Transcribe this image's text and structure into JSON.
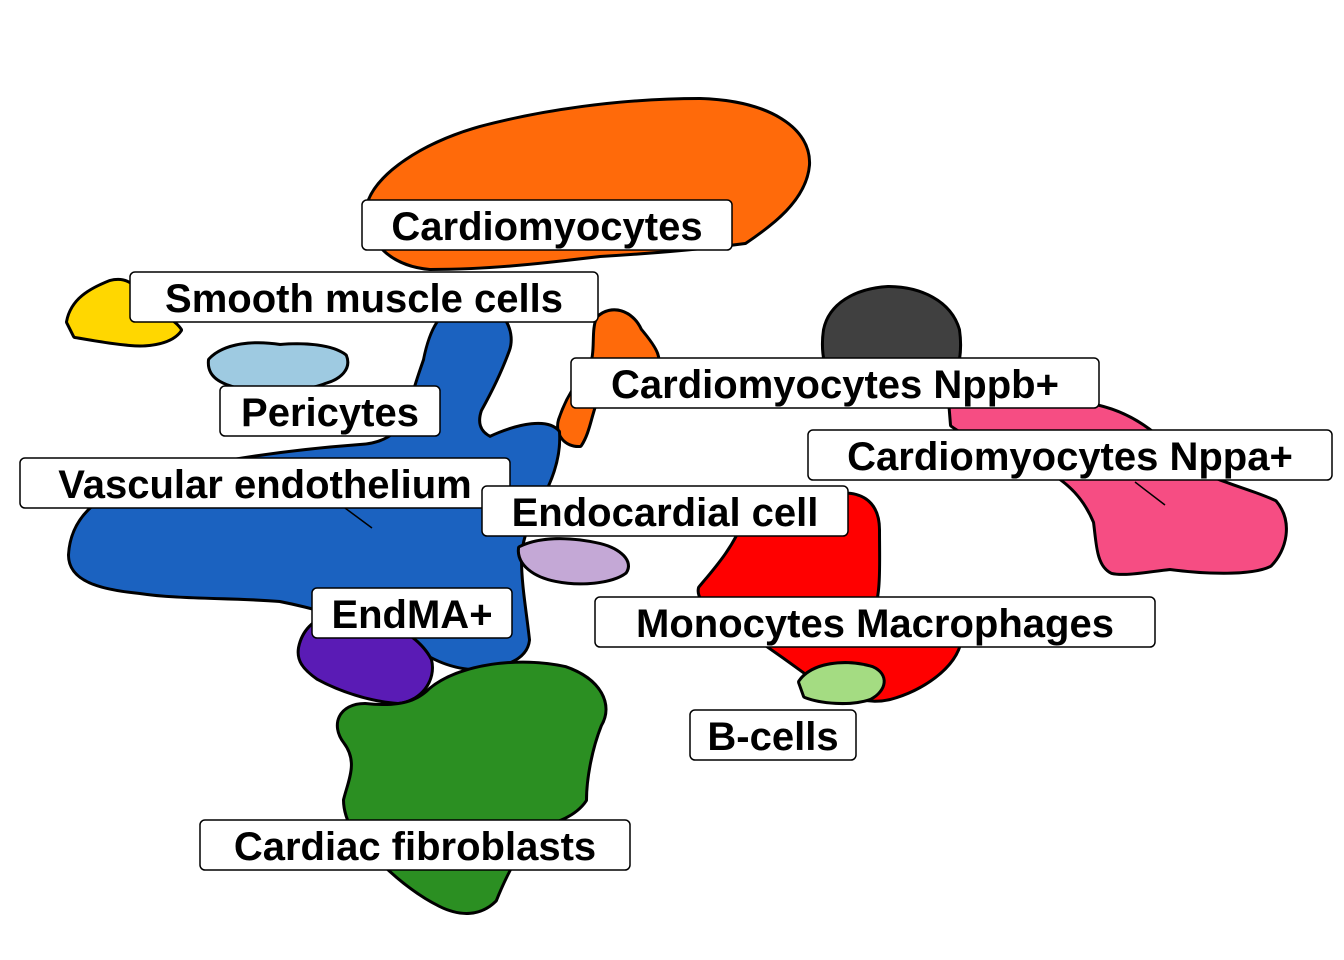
{
  "chart_data": {
    "type": "scatter",
    "title": "",
    "xlabel": "",
    "ylabel": "",
    "axes_visible": false,
    "grid": false,
    "legend": "none",
    "clusters": [
      {
        "label": "Cardiomyocytes",
        "color": "#FF6A0A"
      },
      {
        "label": "Smooth muscle cells",
        "color": "#FFD700"
      },
      {
        "label": "Pericytes",
        "color": "#9ECAE1"
      },
      {
        "label": "Vascular endothelium",
        "color": "#1B62C0"
      },
      {
        "label": "Cardiomyocytes Nppb+",
        "color": "#404040"
      },
      {
        "label": "Cardiomyocytes Nppa+",
        "color": "#F64D83"
      },
      {
        "label": "Endocardial cell",
        "color": "#C4A8D6"
      },
      {
        "label": "EndMA+",
        "color": "#5A1BB5"
      },
      {
        "label": "Monocytes Macrophages",
        "color": "#FF0000"
      },
      {
        "label": "B-cells",
        "color": "#A4DC82"
      },
      {
        "label": "Cardiac fibroblasts",
        "color": "#2B8F22"
      }
    ]
  }
}
